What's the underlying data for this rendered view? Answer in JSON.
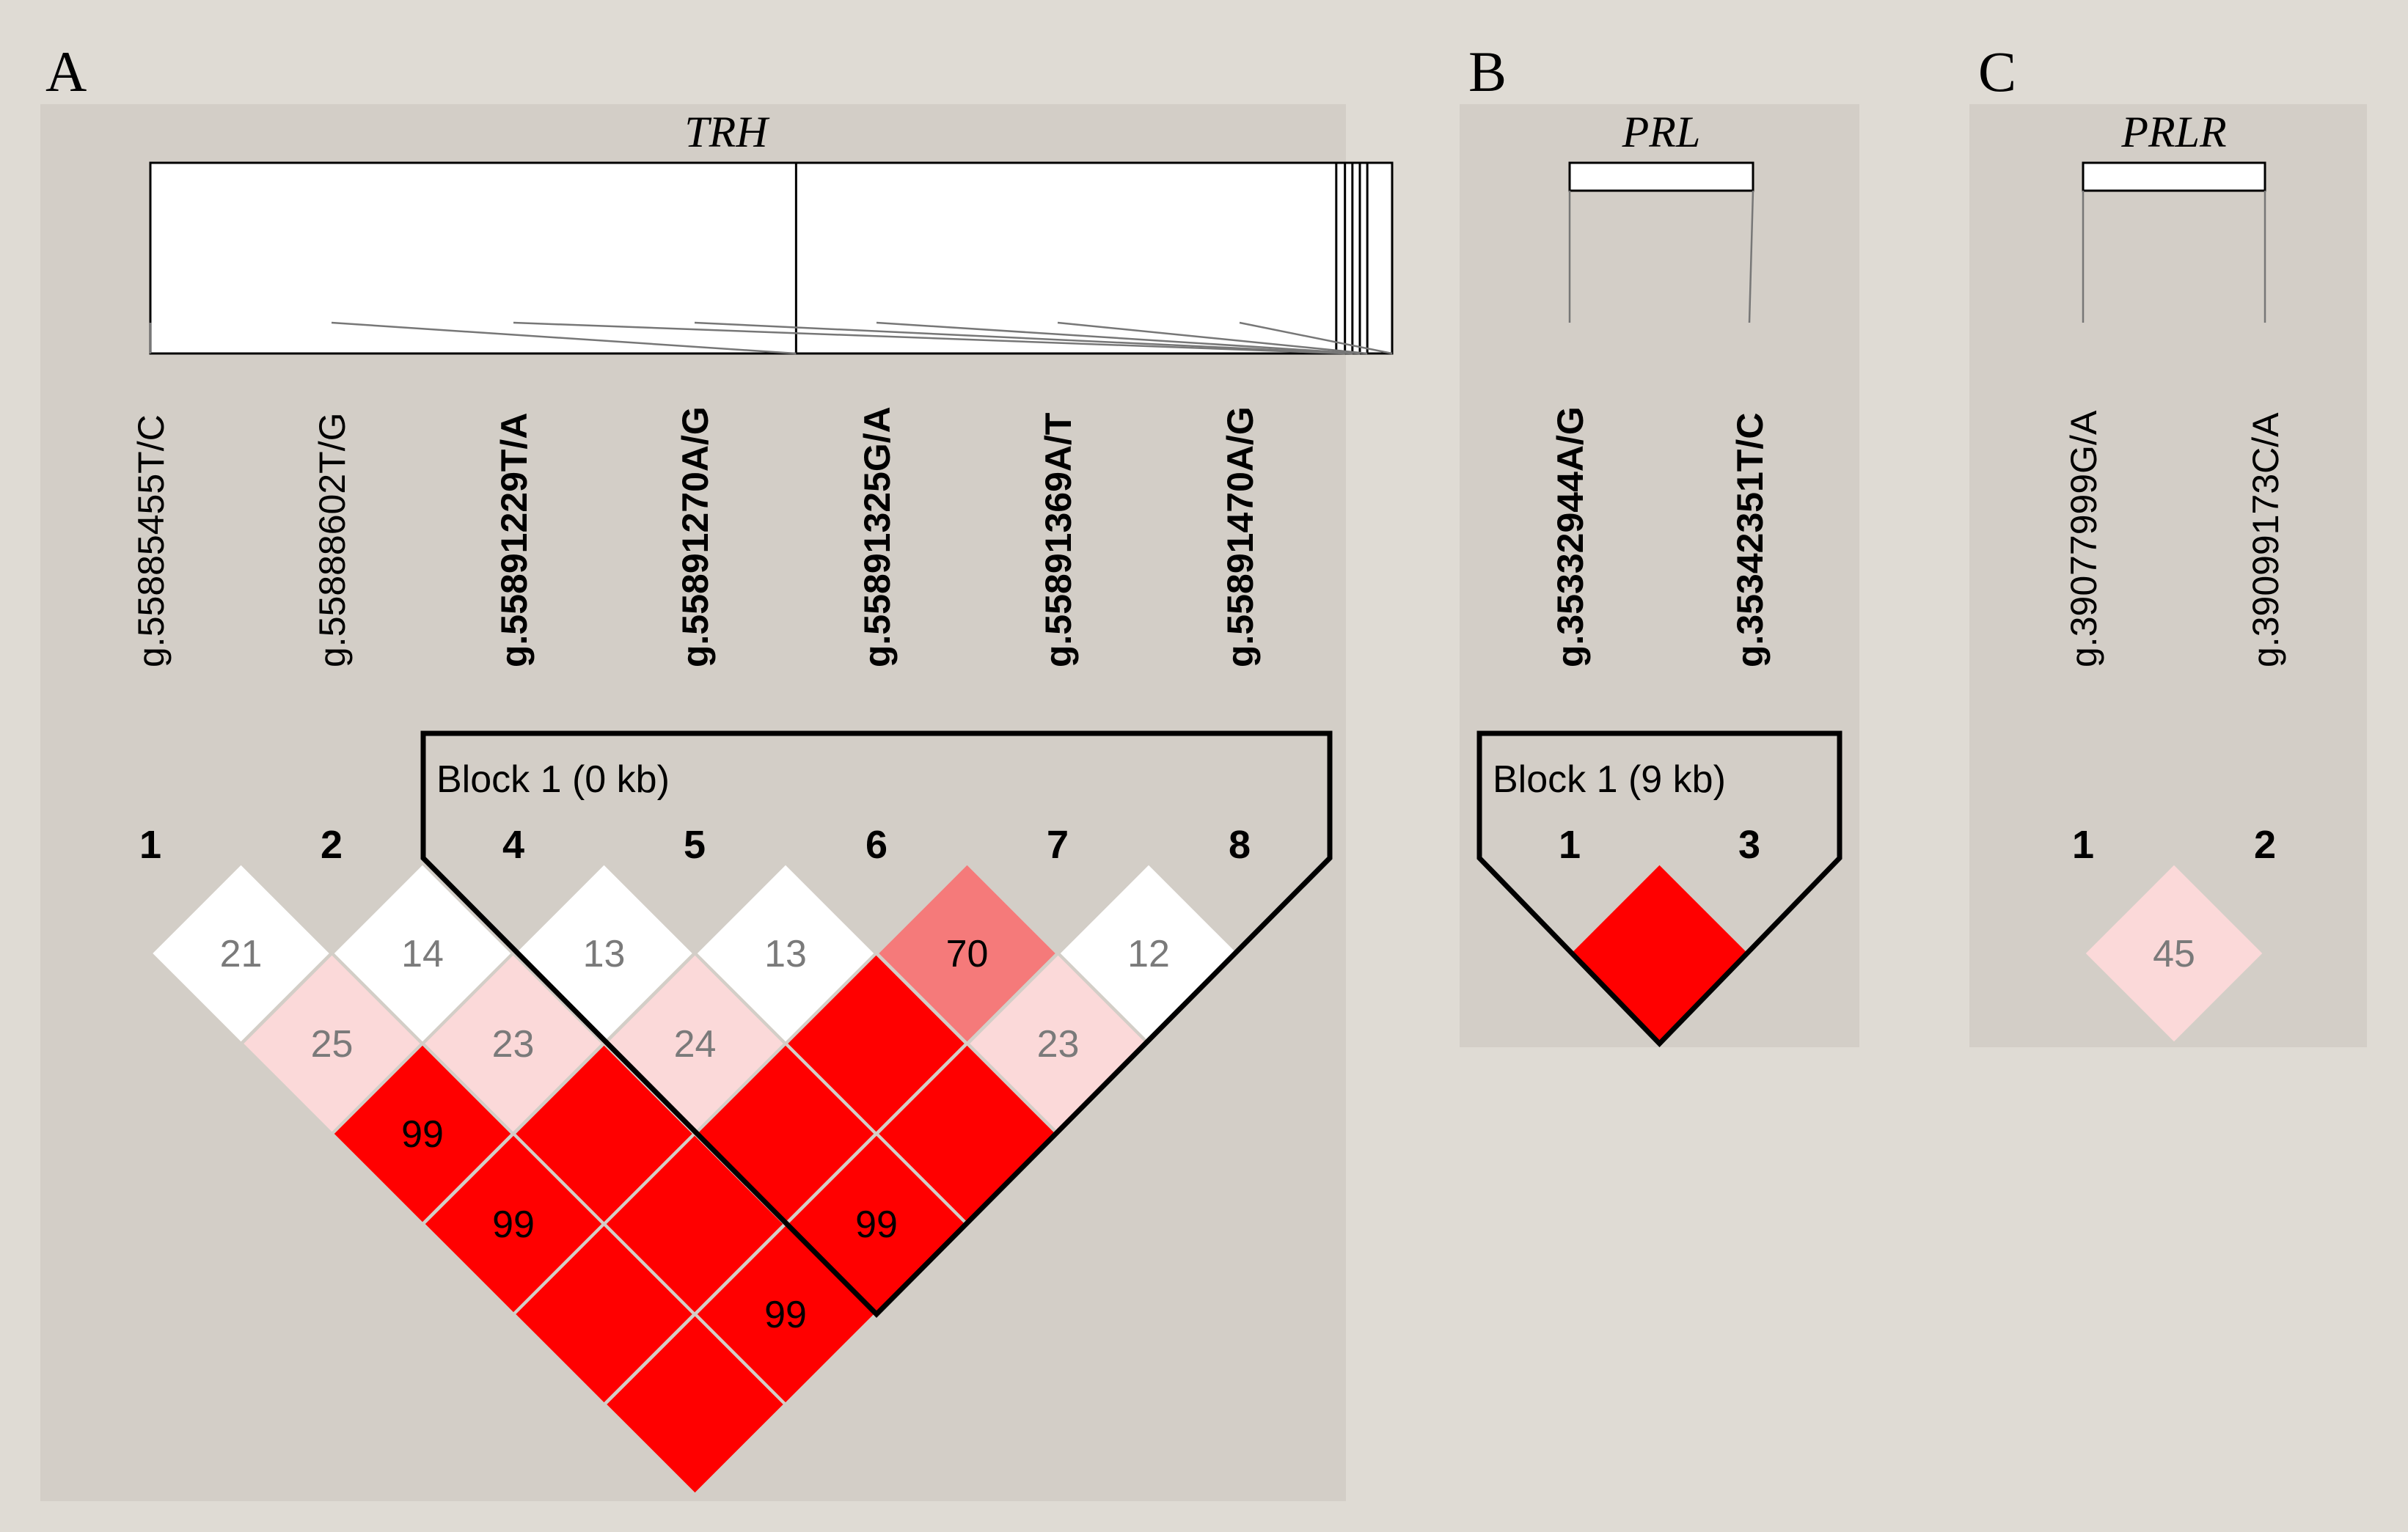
{
  "colors": {
    "page_bg": "#dfdbd4",
    "panel_bg": "#d3cec7",
    "ld_high": "#ff0000",
    "ld_mid": "#f57a7a",
    "ld_low": "#fbd9d9",
    "ld_none": "#ffffff",
    "cell_border": "#d3cec7",
    "text_dark": "#000000",
    "text_light": "#7a7a7a"
  },
  "panels": [
    {
      "id": "A",
      "letter": "A",
      "gene": "TRH",
      "tick_fracs": [
        0.52,
        0.955,
        0.962,
        0.968,
        0.974,
        0.98
      ],
      "markers": [
        {
          "label": "g.55885455T/C",
          "bold": false,
          "map": 0.0
        },
        {
          "label": "g.55888602T/G",
          "bold": false,
          "map": 0.52
        },
        {
          "label": "g.55891229T/A",
          "bold": true,
          "map": 0.962
        },
        {
          "label": "g.55891270A/G",
          "bold": true,
          "map": 0.968
        },
        {
          "label": "g.55891325G/A",
          "bold": true,
          "map": 0.974
        },
        {
          "label": "g.55891369A/T",
          "bold": true,
          "map": 0.98
        },
        {
          "label": "g.55891470A/G",
          "bold": true,
          "map": 1.0
        }
      ],
      "indices": [
        "1",
        "2",
        "4",
        "5",
        "6",
        "7",
        "8"
      ],
      "block": {
        "label": "Block 1 (0 kb)",
        "first": 2,
        "last": 6
      },
      "ld": [
        [
          "21",
          "14",
          "13",
          "13",
          "70",
          "12"
        ],
        [
          "25",
          "23",
          "24",
          "",
          "23"
        ],
        [
          "99",
          "",
          "",
          ""
        ],
        [
          "99",
          "",
          "99"
        ],
        [
          "",
          "99"
        ],
        [
          ""
        ]
      ],
      "ld_shade": [
        [
          "none",
          "none",
          "none",
          "none",
          "mid",
          "none"
        ],
        [
          "low",
          "low",
          "low",
          "high",
          "low"
        ],
        [
          "high",
          "high",
          "high",
          "high"
        ],
        [
          "high",
          "high",
          "high"
        ],
        [
          "high",
          "high"
        ],
        [
          "high"
        ]
      ]
    },
    {
      "id": "B",
      "letter": "B",
      "gene": "PRL",
      "tick_fracs": [],
      "markers": [
        {
          "label": "g.35332944A/G",
          "bold": true,
          "map": 0.0
        },
        {
          "label": "g.35342351T/C",
          "bold": true,
          "map": 1.0
        }
      ],
      "indices": [
        "1",
        "3"
      ],
      "block": {
        "label": "Block 1 (9 kb)",
        "first": 0,
        "last": 1
      },
      "ld": [
        [
          ""
        ]
      ],
      "ld_shade": [
        [
          "high"
        ]
      ]
    },
    {
      "id": "C",
      "letter": "C",
      "gene": "PRLR",
      "tick_fracs": [],
      "markers": [
        {
          "label": "g.39077999G/A",
          "bold": false,
          "map": 0.0
        },
        {
          "label": "g.39099173C/A",
          "bold": false,
          "map": 1.0
        }
      ],
      "indices": [
        "1",
        "2"
      ],
      "block": null,
      "ld": [
        [
          "45"
        ]
      ],
      "ld_shade": [
        [
          "low"
        ]
      ]
    }
  ]
}
